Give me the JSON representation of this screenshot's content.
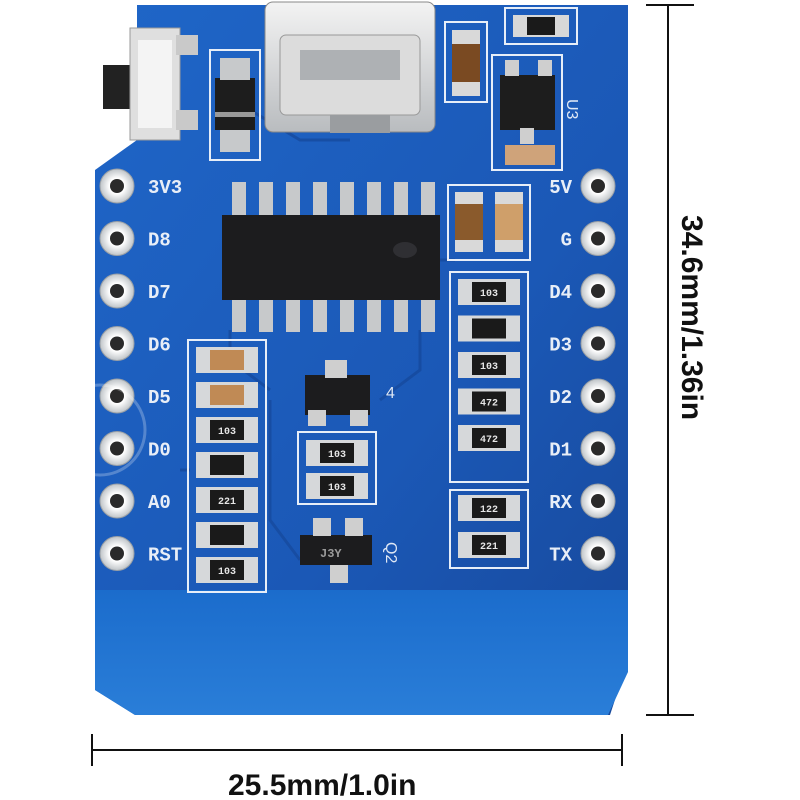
{
  "board": {
    "left_pins": [
      "3V3",
      "D8",
      "D7",
      "D6",
      "D5",
      "D0",
      "A0",
      "RST"
    ],
    "right_pins": [
      "5V",
      "G",
      "D4",
      "D3",
      "D2",
      "D1",
      "RX",
      "TX"
    ],
    "resistors_left": [
      "",
      "",
      "103",
      "",
      "221",
      "",
      "103"
    ],
    "resistors_right": [
      "103",
      "",
      "103",
      "472",
      "472",
      "122",
      "221"
    ],
    "resistors_center": [
      "103",
      "103"
    ],
    "diode_label": "",
    "u3_label": "U3",
    "q2_label": "Q2",
    "transistor_label": "J3Y"
  },
  "dimensions": {
    "height_label": "34.6mm/1.36in",
    "width_label": "25.5mm/1.0in"
  },
  "colors": {
    "pcb": "#1b58b6",
    "pcb_dark": "#143f8c",
    "pad": "#e7e8e6",
    "chip": "#1c1c1e",
    "background": "#ffffff"
  }
}
